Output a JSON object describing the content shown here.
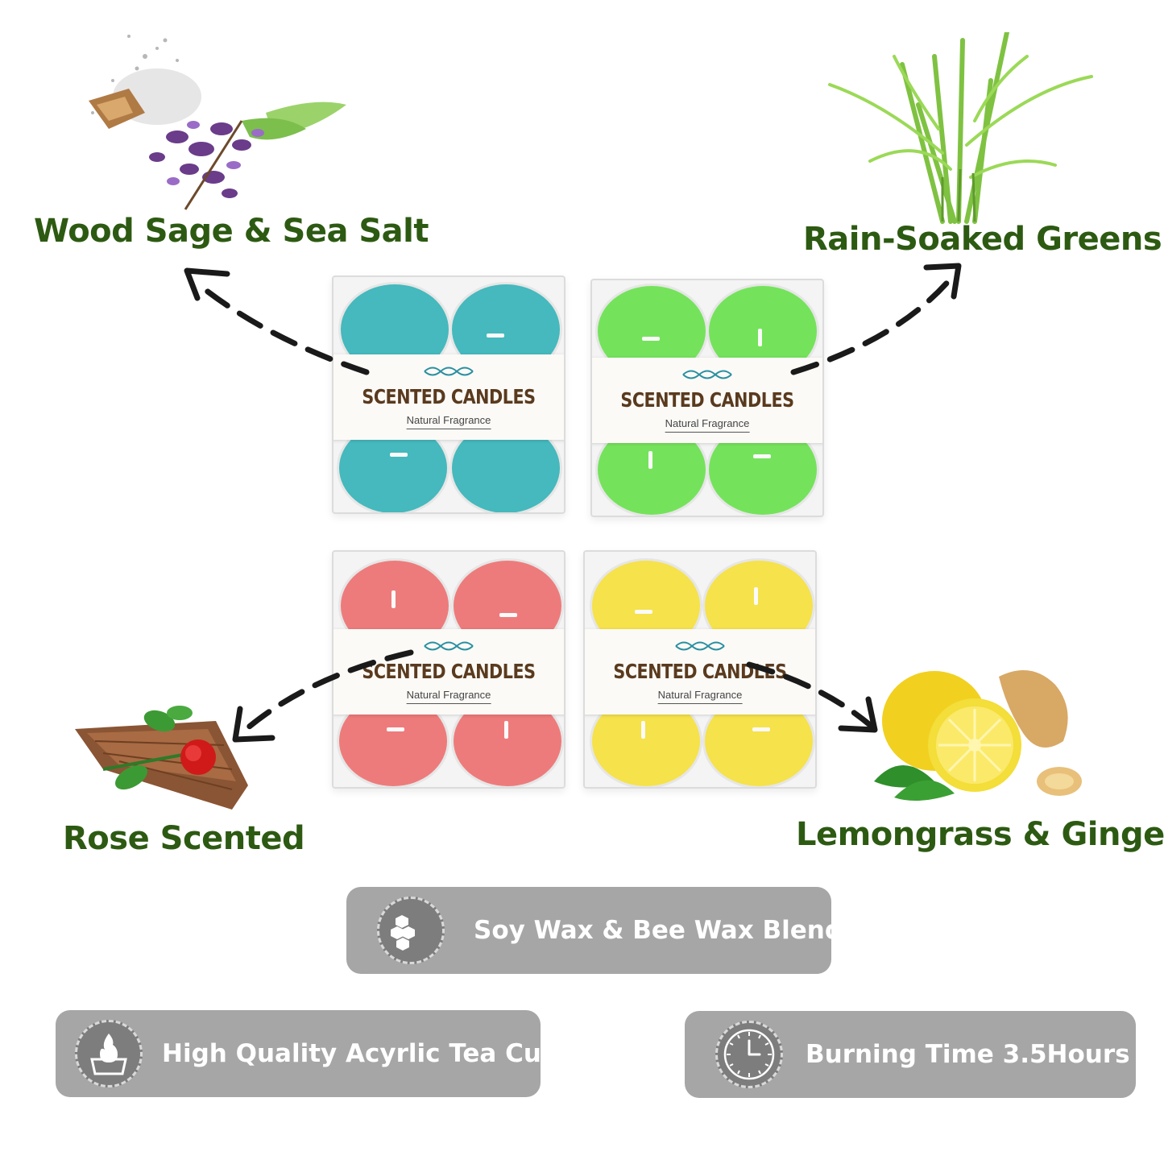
{
  "scents": {
    "wood_sage": "Wood Sage & Sea Salt",
    "rain_greens": "Rain-Soaked Greens",
    "rose": "Rose Scented",
    "lemongrass": "Lemongrass & Ginger"
  },
  "packs": [
    {
      "brand": "SCENTED CANDLES",
      "subtitle": "Natural Fragrance",
      "color": "#45b9bd"
    },
    {
      "brand": "SCENTED CANDLES",
      "subtitle": "Natural Fragrance",
      "color": "#74e35b"
    },
    {
      "brand": "SCENTED CANDLES",
      "subtitle": "Natural Fragrance",
      "color": "#ee7b7b"
    },
    {
      "brand": "SCENTED CANDLES",
      "subtitle": "Natural Fragrance",
      "color": "#f6e24a"
    }
  ],
  "features": {
    "wax": {
      "label": "Soy Wax & Bee Wax Blend",
      "icon": "wax-blend-icon"
    },
    "cup": {
      "label": "High Quality Acyrlic  Tea Cup",
      "icon": "flame-cup-icon"
    },
    "burn": {
      "label": "Burning Time 3.5Hours",
      "icon": "clock-icon"
    }
  },
  "colors": {
    "label_green": "#2d5a12",
    "pill_gray": "#a6a6a6",
    "brand_brown": "#5a3a1e"
  }
}
